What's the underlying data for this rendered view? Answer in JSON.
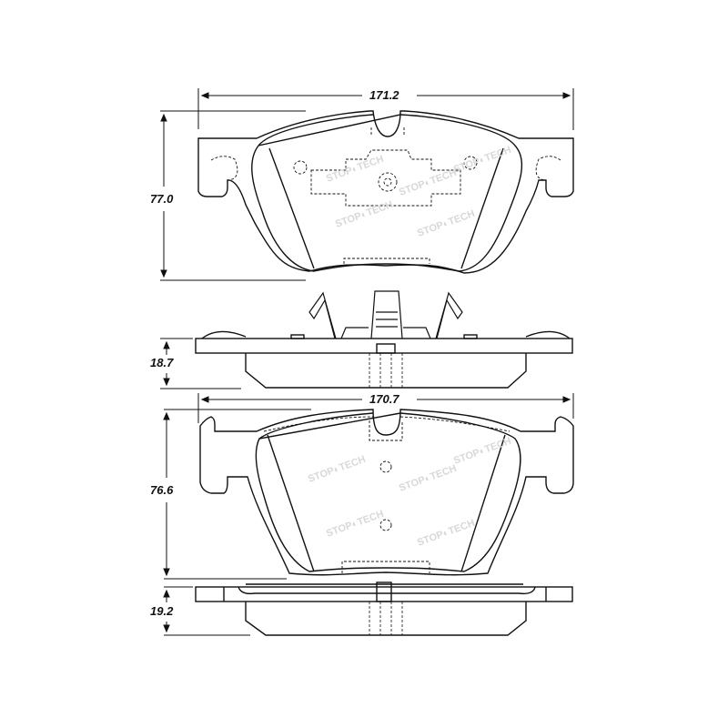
{
  "diagram": {
    "type": "brake-pad-technical-drawing",
    "watermark": "STOP TECH",
    "stroke_color": "#111111",
    "watermark_color": "#d8d8d8",
    "pads": [
      {
        "name": "upper-pad",
        "width_label": "171.2",
        "height_label": "77.0",
        "thickness_label": "18.7",
        "has_clip": true
      },
      {
        "name": "lower-pad",
        "width_label": "170.7",
        "height_label": "76.6",
        "thickness_label": "19.2",
        "has_clip": false
      }
    ]
  }
}
